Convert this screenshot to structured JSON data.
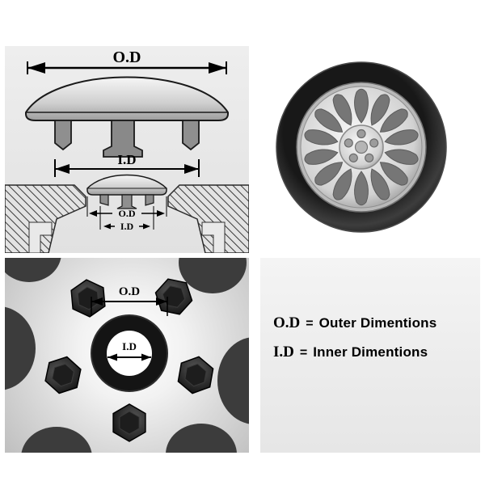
{
  "colors": {
    "page_bg": "#ffffff",
    "panel_bg": "#e8e8e8",
    "ink": "#000000",
    "tire_dark": "#1c1c1c",
    "rim_silver": "#cfcfcf",
    "nut_dark": "#1d1d1d"
  },
  "cap_diagram": {
    "od_label": "O.D",
    "id_label": "I.D",
    "section_od_label": "O.D",
    "section_id_label": "I.D"
  },
  "hub_closeup": {
    "od_label": "O.D",
    "id_label": "I.D"
  },
  "legend": {
    "items": [
      {
        "term": "O.D",
        "separator": "=",
        "definition": "Outer Dimentions"
      },
      {
        "term": "I.D",
        "separator": "=",
        "definition": "Inner Dimentions"
      }
    ]
  }
}
